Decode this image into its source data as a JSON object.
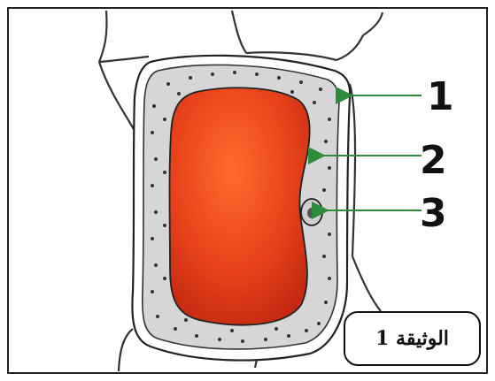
{
  "labels": [
    {
      "id": "1",
      "text": "1"
    },
    {
      "id": "2",
      "text": "2"
    },
    {
      "id": "3",
      "text": "3"
    }
  ],
  "caption": "الوثيقة 1",
  "colors": {
    "vacuole": "#e8431c",
    "cytoplasm": "#d6d6d6",
    "arrow": "#2e8b3a",
    "cell_wall": "#222222"
  }
}
